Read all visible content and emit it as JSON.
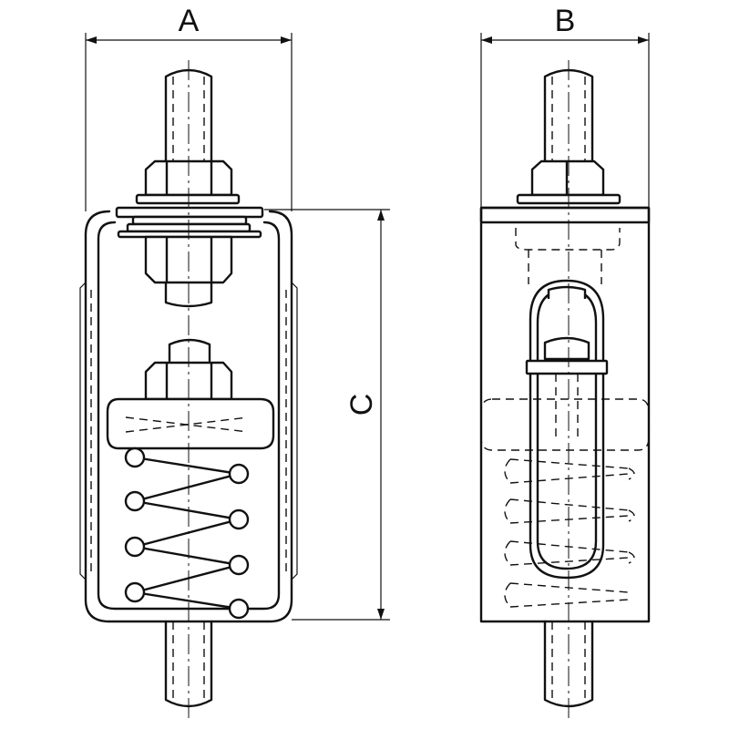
{
  "dimensions": {
    "a": {
      "label": "A"
    },
    "b": {
      "label": "B"
    },
    "c": {
      "label": "C"
    }
  }
}
